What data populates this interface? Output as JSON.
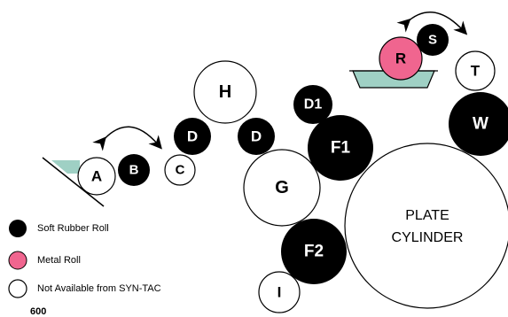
{
  "colors": {
    "soft_rubber": "#000000",
    "metal": "#f0658f",
    "not_available_fill": "#ffffff",
    "ink_fountain": "#9fd0c4"
  },
  "rolls": {
    "A": "A",
    "B": "B",
    "C": "C",
    "D_left": "D",
    "D_right": "D",
    "H": "H",
    "G": "G",
    "D1": "D1",
    "F1": "F1",
    "F2": "F2",
    "I": "I",
    "R": "R",
    "S": "S",
    "T": "T",
    "W": "W"
  },
  "plate_cylinder": {
    "line1": "PLATE",
    "line2": "CYLINDER"
  },
  "legend": {
    "soft_rubber": "Soft Rubber Roll",
    "metal": "Metal Roll",
    "not_available": "Not Available from SYN-TAC"
  },
  "figure_number": "600"
}
